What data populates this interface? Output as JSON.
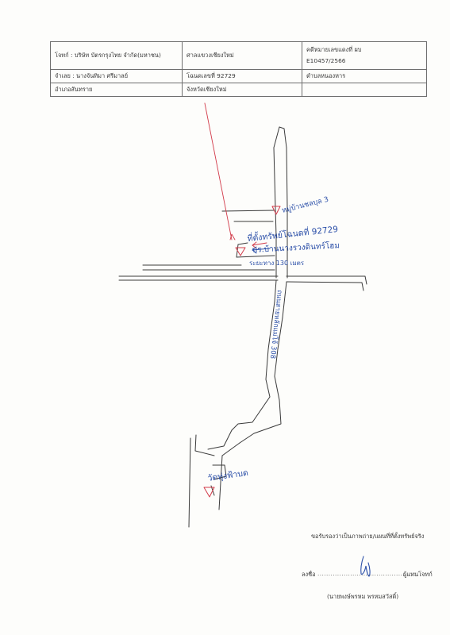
{
  "table": {
    "plaintiff": "โจทก์ : บริษัท บัตรกรุงไทย จำกัด(มหาชน)",
    "court": "ศาลแขวงเชียงใหม่",
    "case_label": "คดีหมายเลขแดงที่ ผบ",
    "case_number": "E10457/2566",
    "defendant": "จำเลย : นางจันทิมา ศรีมาลย์",
    "deed": "โฉนดเลขที่ 92729",
    "subdistrict": "ตำบลหนองหาร",
    "district": "อำเภอสันทราย",
    "province": "จังหวัดเชียงใหม่"
  },
  "map": {
    "label_village": "หมู่บ้านชลบุล 3",
    "label_property": "ที่ตั้งทรัพย์โฉนดที่ 92729",
    "label_road_branch": "บร.บ้านนางรวงดินทร์โฮม",
    "label_distance": "ระยะทาง 130 เมตร",
    "label_main_road": "ถนนสายหลักแม่โจ้ 308",
    "label_temple": "วัดทุ่งฟ้าบด",
    "ink_red": "#d23b4a",
    "ink_blue": "#2b4fa8",
    "line_color": "#3a3a3a"
  },
  "footer": {
    "certify": "ขอรับรองว่าเป็นภาพถ่าย/แผนที่ที่ตั้งทรัพย์จริง",
    "sig_prefix": "ลงชื่อ",
    "sig_dots": ".............................................",
    "sig_role": "ผู้แทนโจทก์",
    "signer": "(นายพงษ์พรหม พรหมสวัสดิ์)"
  }
}
